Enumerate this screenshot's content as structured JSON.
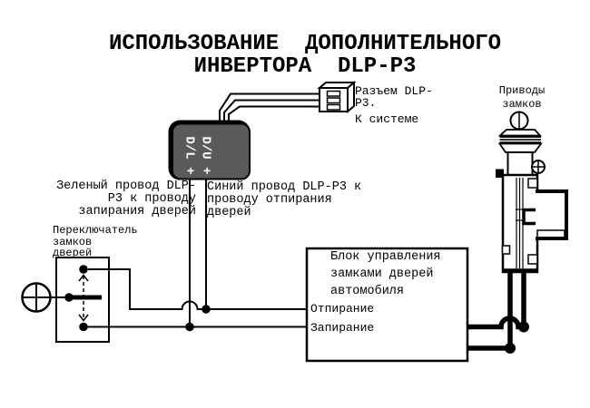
{
  "title": {
    "line1": "ИСПОЛЬЗОВАНИЕ  ДОПОЛНИТЕЛЬНОГО",
    "line2": "ИНВЕРТОРА  DLP-P3"
  },
  "connector_label": {
    "line1": "Разъем DLP-",
    "line2": "P3.",
    "line3": "К системе"
  },
  "inverter": {
    "left_port": "D/L +",
    "right_port": "D/U +"
  },
  "labels": {
    "green_wire": {
      "line1": "Зеленый провод DLP-",
      "line2": "P3 к проводу",
      "line3": "запирания дверей"
    },
    "blue_wire": {
      "line1": "Синий провод DLP-P3 к",
      "line2": "проводу отпирания",
      "line3": "дверей"
    },
    "switch": {
      "line1": "Переключатель",
      "line2": "замков",
      "line3": "дверей"
    },
    "actuator": {
      "line1": "Приводы",
      "line2": "замков"
    }
  },
  "control_block": {
    "line1": "Блок управления",
    "line2": "замками дверей",
    "line3": "автомобиля",
    "unlock": "Отпирание",
    "lock": "Запирание"
  },
  "colors": {
    "line": "#000000",
    "background": "#ffffff",
    "inverter_fill": "#5a5a5a",
    "port_text": "#ffffff"
  }
}
